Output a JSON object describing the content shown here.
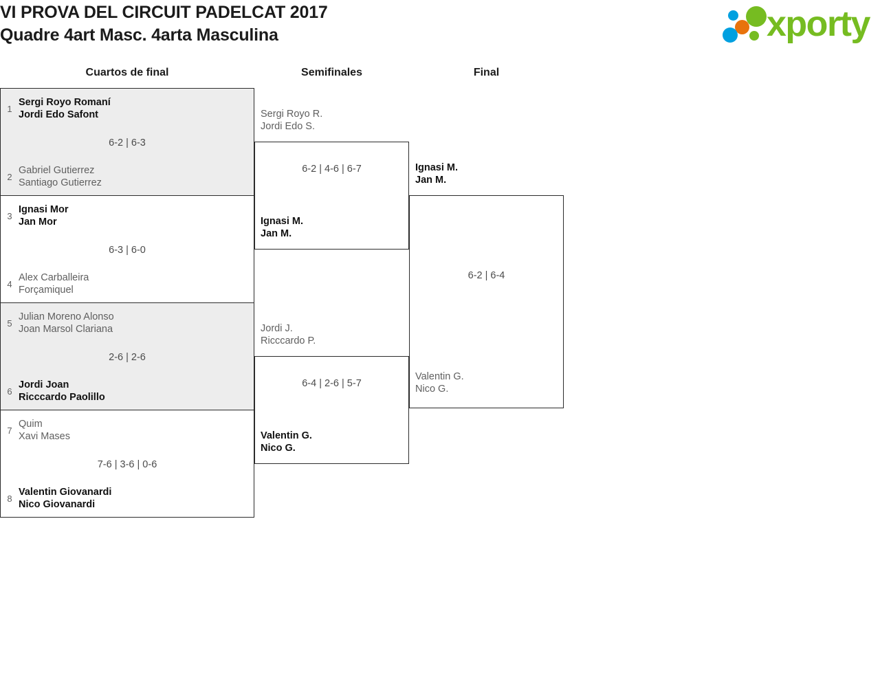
{
  "header": {
    "title_line1": "VI PROVA DEL CIRCUIT PADELCAT 2017",
    "title_line2": "Quadre 4art Masc. 4arta Masculina",
    "logo_text": "xporty",
    "logo_colors": {
      "green": "#76bc21",
      "blue": "#00a0e0",
      "orange": "#e8730c"
    }
  },
  "rounds": [
    {
      "id": "qf",
      "label": "Cuartos de final"
    },
    {
      "id": "sf",
      "label": "Semifinales"
    },
    {
      "id": "f",
      "label": "Final"
    }
  ],
  "bracket": {
    "quarterfinals": [
      {
        "shaded": true,
        "score": "6-2 | 6-3",
        "top": {
          "seed": "1",
          "player1": "Sergi Royo Romaní",
          "player2": "Jordi Edo Safont",
          "winner": true
        },
        "bottom": {
          "seed": "2",
          "player1": "Gabriel Gutierrez",
          "player2": "Santiago Gutierrez",
          "winner": false
        }
      },
      {
        "shaded": false,
        "score": "6-3 | 6-0",
        "top": {
          "seed": "3",
          "player1": "Ignasi Mor",
          "player2": "Jan Mor",
          "winner": true
        },
        "bottom": {
          "seed": "4",
          "player1": "Alex Carballeira",
          "player2": "Forçamiquel",
          "winner": false
        }
      },
      {
        "shaded": true,
        "score": "2-6 | 2-6",
        "top": {
          "seed": "5",
          "player1": "Julian Moreno Alonso",
          "player2": "Joan Marsol Clariana",
          "winner": false
        },
        "bottom": {
          "seed": "6",
          "player1": "Jordi Joan",
          "player2": "Ricccardo Paolillo",
          "winner": true
        }
      },
      {
        "shaded": false,
        "score": "7-6 | 3-6 | 0-6",
        "top": {
          "seed": "7",
          "player1": "Quim",
          "player2": "Xavi Mases",
          "winner": false
        },
        "bottom": {
          "seed": "8",
          "player1": "Valentin Giovanardi",
          "player2": "Nico Giovanardi",
          "winner": true
        }
      }
    ],
    "semifinals": [
      {
        "score": "6-2 | 4-6 | 6-7",
        "top": {
          "player1": "Sergi Royo R.",
          "player2": "Jordi Edo S.",
          "winner": false
        },
        "bottom": {
          "player1": "Ignasi M.",
          "player2": "Jan M.",
          "winner": true
        }
      },
      {
        "score": "6-4 | 2-6 | 5-7",
        "top": {
          "player1": "Jordi J.",
          "player2": "Ricccardo P.",
          "winner": false
        },
        "bottom": {
          "player1": "Valentin G.",
          "player2": "Nico G.",
          "winner": true
        }
      }
    ],
    "final": {
      "score": "6-2 | 6-4",
      "top": {
        "player1": "Ignasi M.",
        "player2": "Jan M.",
        "winner": true
      },
      "bottom": {
        "player1": "Valentin G.",
        "player2": "Nico G.",
        "winner": false
      }
    }
  }
}
